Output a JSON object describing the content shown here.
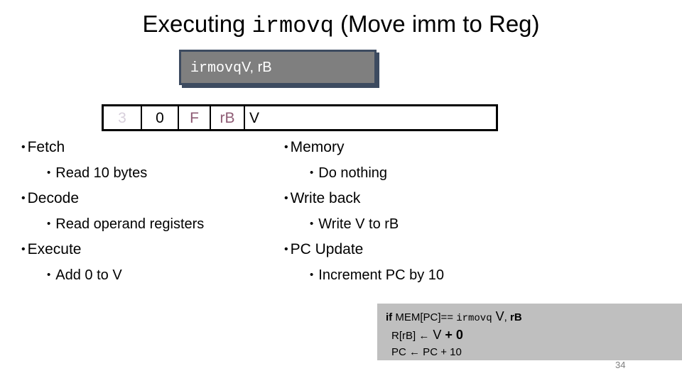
{
  "slide": {
    "title": {
      "prefix": "Executing ",
      "mono": "irmovq",
      "suffix": "  (Move imm to Reg)"
    },
    "instruction_box": {
      "mnemonic": "irmovq",
      "operands": "V,  rB"
    },
    "encoding": {
      "cells": [
        {
          "label": "3",
          "color": "#d8d0dc",
          "style": "faint"
        },
        {
          "label": "0",
          "color": "#000000",
          "style": "black"
        },
        {
          "label": "F",
          "color": "#8e5b74",
          "style": "mauve"
        },
        {
          "label": "rB",
          "color": "#8e5b74",
          "style": "mauve"
        },
        {
          "label": "V",
          "color": "#000000",
          "style": "black"
        }
      ]
    },
    "stages_left": [
      {
        "level": 1,
        "label": "Fetch"
      },
      {
        "level": 2,
        "label": "Read 10 bytes"
      },
      {
        "level": 1,
        "label": "Decode"
      },
      {
        "level": 2,
        "label": "Read operand registers"
      },
      {
        "level": 1,
        "label": "Execute"
      },
      {
        "level": 2,
        "label": "Add 0 to V"
      }
    ],
    "stages_right": [
      {
        "level": 1,
        "label": "Memory"
      },
      {
        "level": 2,
        "label": "Do nothing"
      },
      {
        "level": 1,
        "label": "Write back"
      },
      {
        "level": 2,
        "label": "Write V to rB"
      },
      {
        "level": 1,
        "label": "PC Update"
      },
      {
        "level": 2,
        "label": "Increment PC by 10"
      }
    ],
    "semantics": {
      "line1_if": "if",
      "line1_mem": " MEM[PC]== ",
      "line1_mono": "irmovq",
      "line1_v": " V",
      "line1_comma": ", ",
      "line1_rb": "rB",
      "line2_lhs": "R[rB] ",
      "line2_arrow": "←",
      "line2_rhs": " V",
      "line2_plus": " + 0",
      "line3_lhs": "PC ",
      "line3_arrow": "←",
      "line3_rhs": " PC + 10"
    },
    "page_number": "34",
    "colors": {
      "box_fill": "#7f7f7f",
      "box_border": "#3d4b60",
      "semantics_fill": "#bfbfbf",
      "mauve": "#8e5b74",
      "faint": "#d8d0dc",
      "page_num": "#808080"
    }
  }
}
